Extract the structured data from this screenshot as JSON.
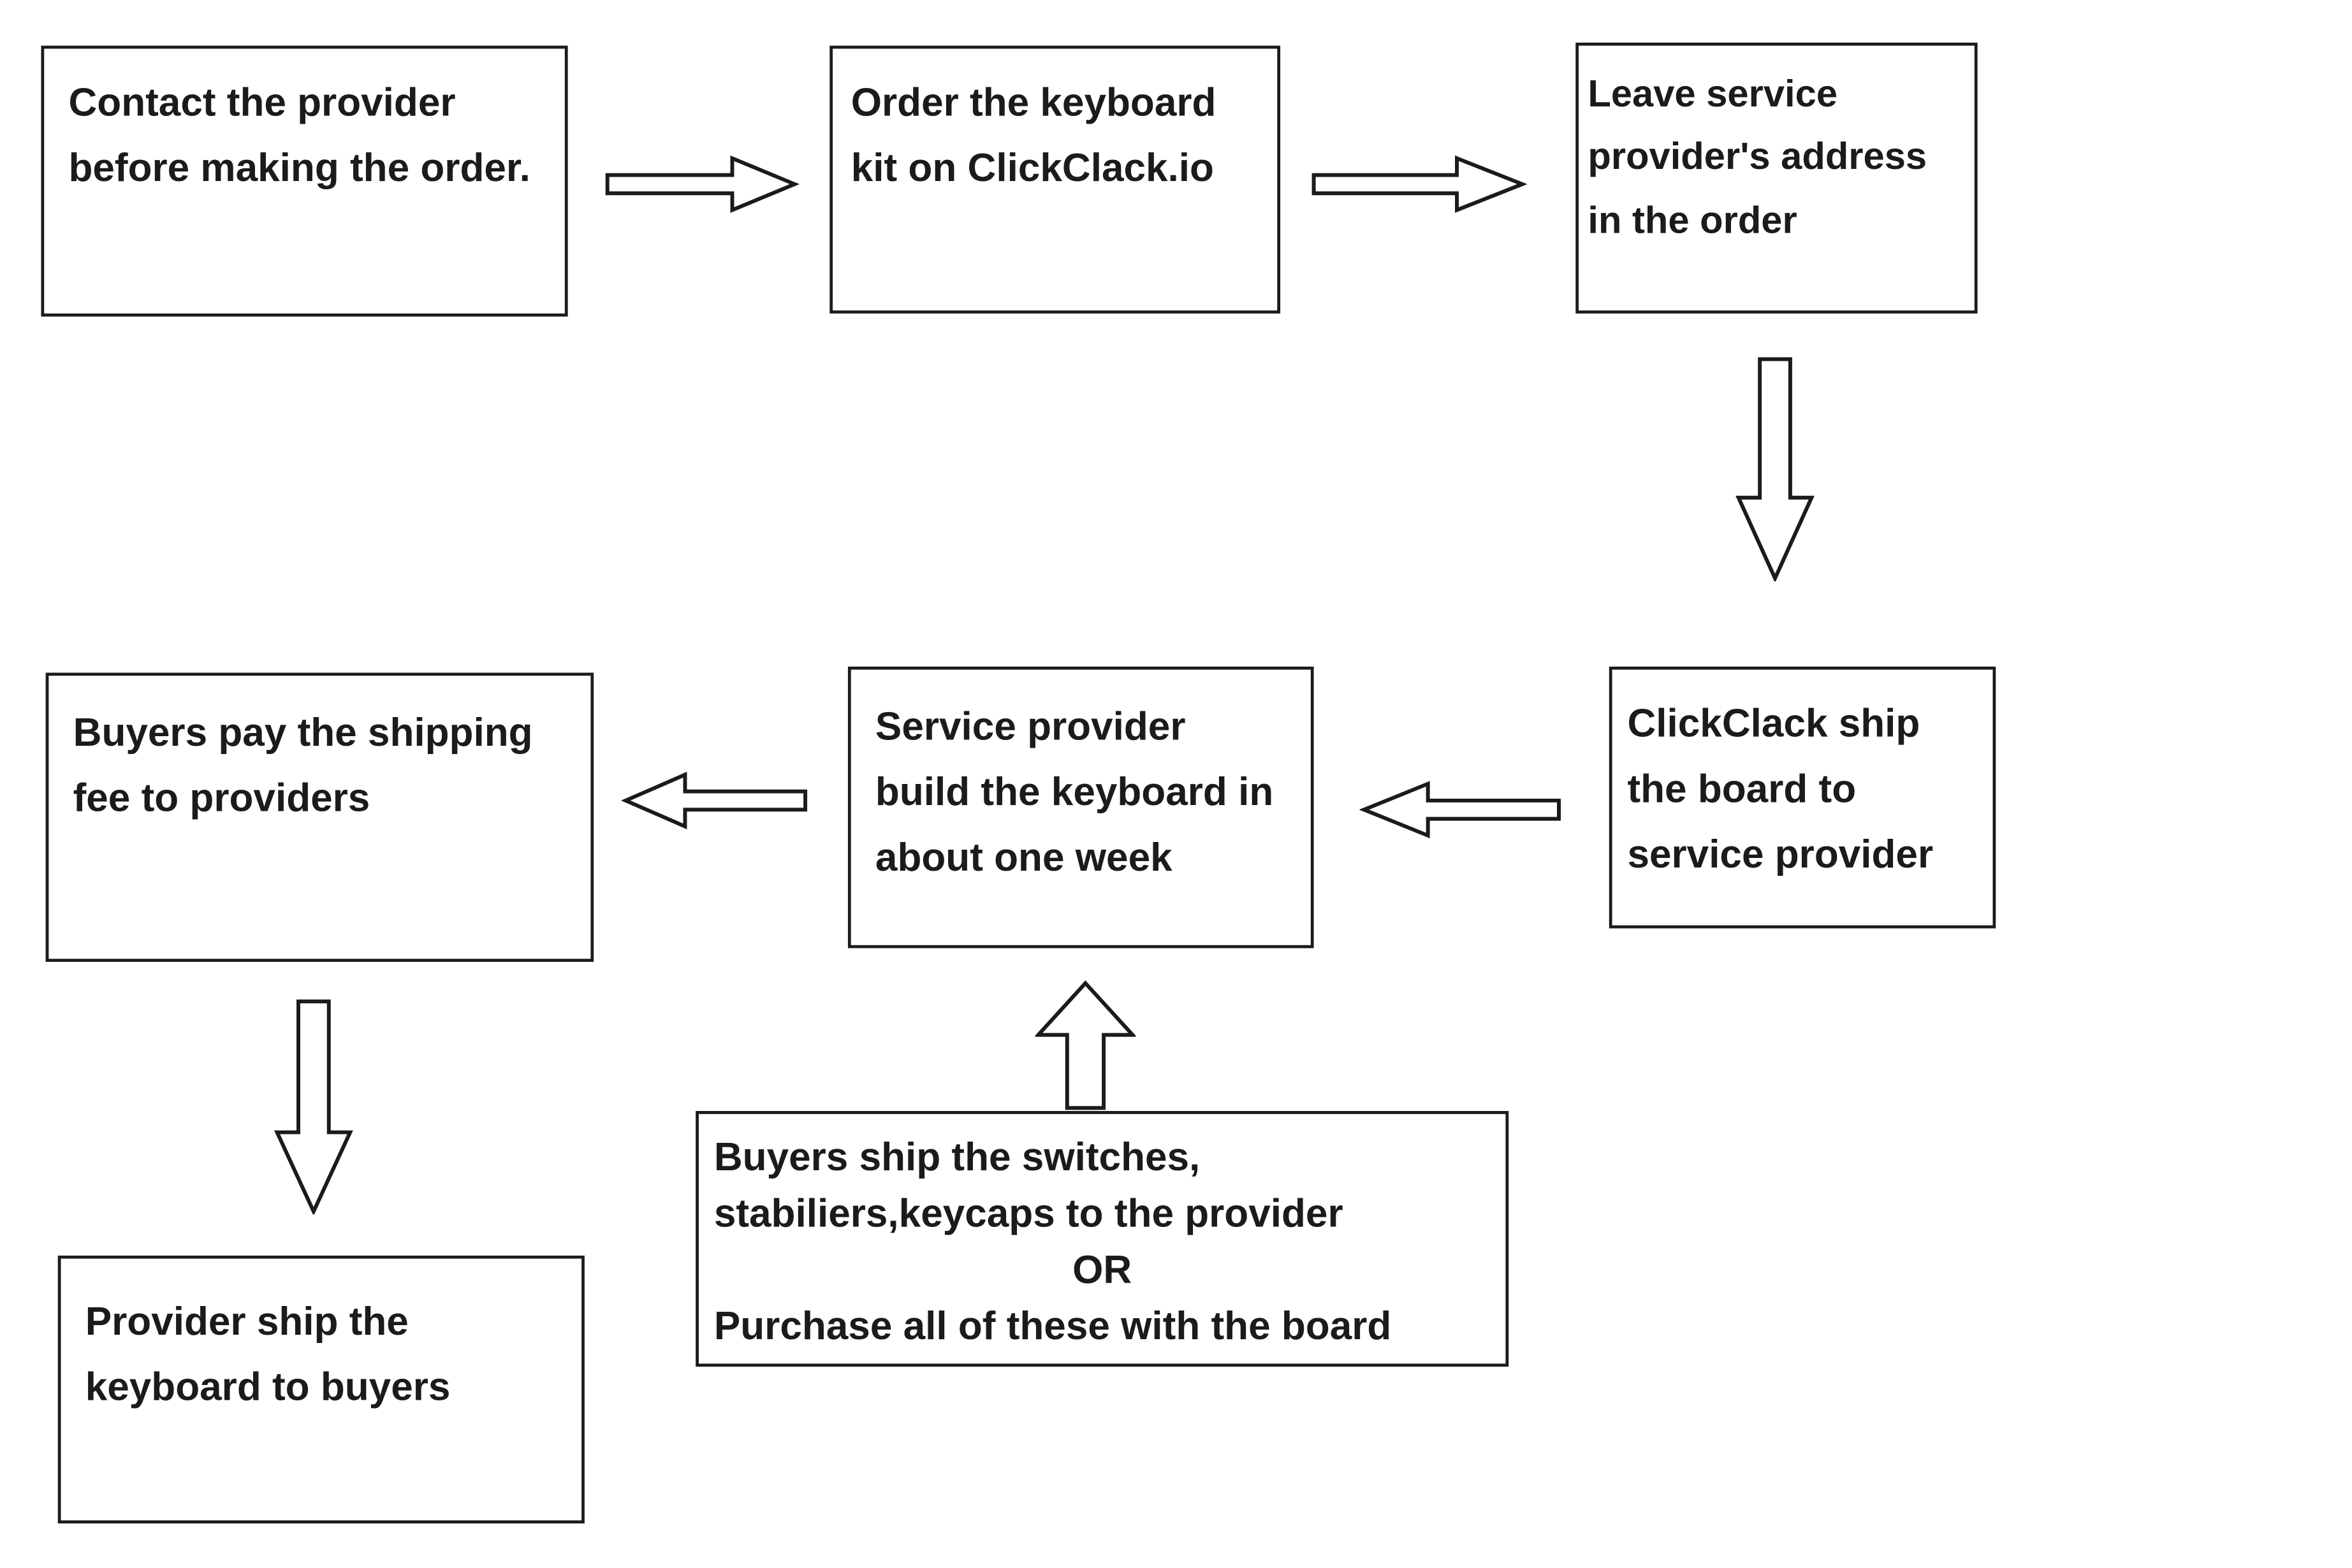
{
  "diagram": {
    "background": "#ffffff",
    "line_color": "#1b1b1b",
    "nodes": {
      "contact": {
        "text": "Contact the provider before making the order."
      },
      "order": {
        "text": "Order the keyboard kit on ClickClack.io"
      },
      "address": {
        "text": "Leave service provider's address in the order"
      },
      "ship_board": {
        "text": "ClickClack ship the board to service provider"
      },
      "build": {
        "text": "Service provider build the keyboard in about one week"
      },
      "pay_fee": {
        "text": "Buyers pay the shipping fee to providers"
      },
      "ship_keyboard": {
        "text": "Provider ship the keyboard to buyers"
      },
      "ship_parts": {
        "lines": [
          "Buyers ship the switches,",
          "stabiliers,keycaps to the provider",
          "OR",
          "Purchase all of these with the board"
        ]
      }
    },
    "arrows": [
      {
        "from": "contact",
        "to": "order",
        "direction": "right"
      },
      {
        "from": "order",
        "to": "address",
        "direction": "right"
      },
      {
        "from": "address",
        "to": "ship_board",
        "direction": "down"
      },
      {
        "from": "ship_board",
        "to": "build",
        "direction": "left"
      },
      {
        "from": "build",
        "to": "pay_fee",
        "direction": "left"
      },
      {
        "from": "pay_fee",
        "to": "ship_keyboard",
        "direction": "down"
      },
      {
        "from": "ship_parts",
        "to": "build",
        "direction": "up"
      }
    ]
  }
}
